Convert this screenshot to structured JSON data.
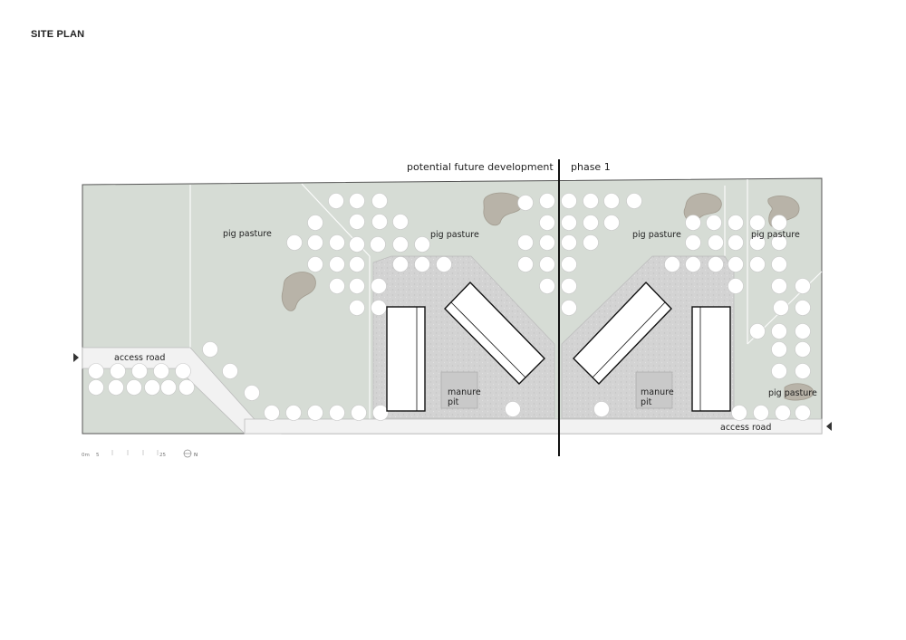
{
  "title": "SITE PLAN",
  "header_left": "potential future  development",
  "header_right": "phase 1",
  "labels": {
    "pig_pasture_1": "pig pasture",
    "pig_pasture_2": "pig pasture",
    "pig_pasture_3": "pig pasture",
    "pig_pasture_4": "pig pasture",
    "pig_pasture_5": "pig pasture",
    "access_road_left": "access road",
    "access_road_right": "access road",
    "manure_left_1": "manure",
    "manure_left_2": "pit",
    "manure_right_1": "manure",
    "manure_right_2": "pit"
  },
  "scale_bar": {
    "start": "0m",
    "mid": "5",
    "end": "25",
    "north": "N"
  },
  "colors": {
    "pasture": "#d6dcd5",
    "yard": "#d5d5d5",
    "pond": "#b8b3a8",
    "tree": "#ffffff",
    "outline": "#444444"
  }
}
